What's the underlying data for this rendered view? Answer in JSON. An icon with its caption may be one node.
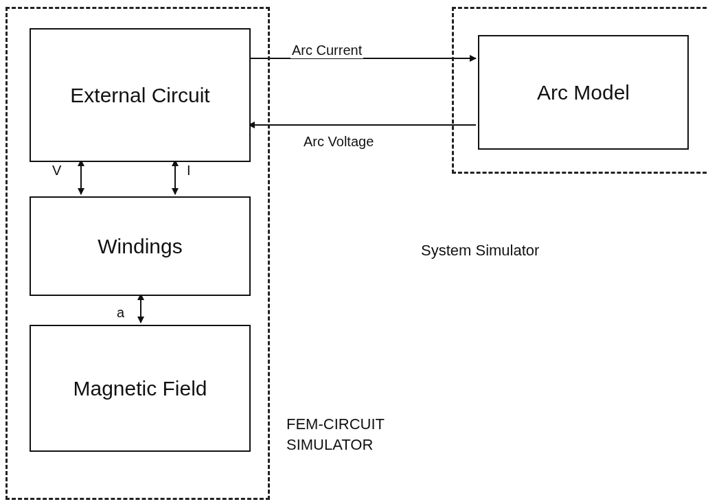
{
  "diagram": {
    "nodes": [
      {
        "text": [],
        "shape": "box",
        "beside": [
          "FEM-CIRCUIT SIMULATOR"
        ]
      },
      {
        "text": [
          "External Circuit"
        ],
        "in": 0
      },
      {
        "text": [
          "Windings"
        ],
        "in": 0
      },
      {
        "text": [
          "Magnetic Field"
        ],
        "in": 0
      },
      {
        "text": [],
        "shape": "box"
      },
      {
        "text": [
          "Arc Model"
        ],
        "in": 4
      }
    ],
    "edges": [
      {
        "from": 1,
        "to": 5,
        "arrow": "to",
        "label": "Arc Current"
      },
      {
        "from": 5,
        "to": 1,
        "arrow": "to",
        "label": "Arc Voltage"
      },
      {
        "from": 1,
        "to": 2,
        "arrow": "both",
        "label": "V"
      },
      {
        "from": 1,
        "to": 2,
        "arrow": "both",
        "label": "I"
      },
      {
        "from": 2,
        "to": 3,
        "arrow": "both",
        "label": "a"
      }
    ],
    "labels": [
      "System Simulator"
    ]
  }
}
